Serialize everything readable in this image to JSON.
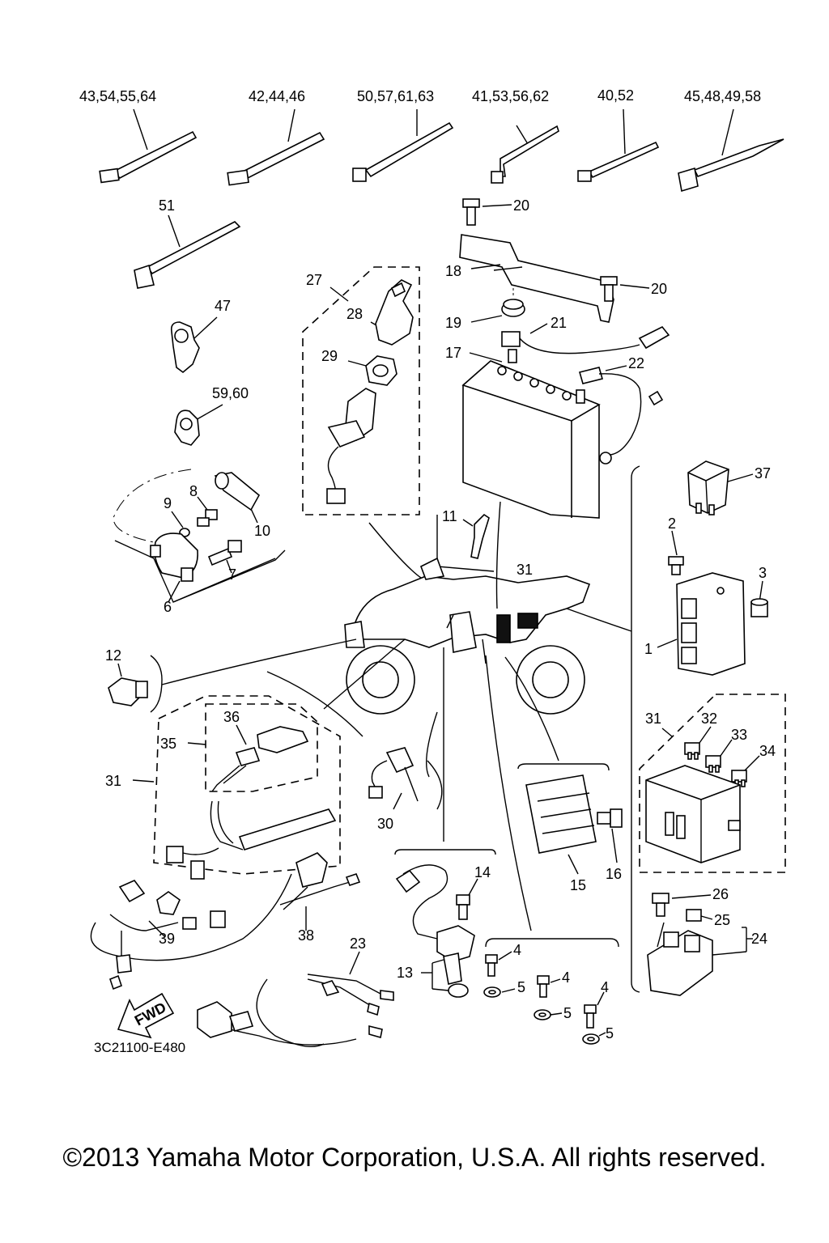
{
  "callouts": [
    {
      "id": "c-43-54-55-64",
      "text": "43,54,55,64"
    },
    {
      "id": "c-42-44-46",
      "text": "42,44,46"
    },
    {
      "id": "c-50-57-61-63",
      "text": "50,57,61,63"
    },
    {
      "id": "c-41-53-56-62",
      "text": "41,53,56,62"
    },
    {
      "id": "c-40-52",
      "text": "40,52"
    },
    {
      "id": "c-45-48-49-58",
      "text": "45,48,49,58"
    },
    {
      "id": "c-51",
      "text": "51"
    },
    {
      "id": "c-20a",
      "text": "20"
    },
    {
      "id": "c-20b",
      "text": "20"
    },
    {
      "id": "c-18",
      "text": "18"
    },
    {
      "id": "c-27",
      "text": "27"
    },
    {
      "id": "c-47",
      "text": "47"
    },
    {
      "id": "c-28",
      "text": "28"
    },
    {
      "id": "c-19",
      "text": "19"
    },
    {
      "id": "c-21",
      "text": "21"
    },
    {
      "id": "c-17",
      "text": "17"
    },
    {
      "id": "c-29",
      "text": "29"
    },
    {
      "id": "c-22",
      "text": "22"
    },
    {
      "id": "c-59-60",
      "text": "59,60"
    },
    {
      "id": "c-37",
      "text": "37"
    },
    {
      "id": "c-8",
      "text": "8"
    },
    {
      "id": "c-9",
      "text": "9"
    },
    {
      "id": "c-10",
      "text": "10"
    },
    {
      "id": "c-11",
      "text": "11"
    },
    {
      "id": "c-2",
      "text": "2"
    },
    {
      "id": "c-7",
      "text": "7"
    },
    {
      "id": "c-31a",
      "text": "31"
    },
    {
      "id": "c-3",
      "text": "3"
    },
    {
      "id": "c-6",
      "text": "6"
    },
    {
      "id": "c-1",
      "text": "1"
    },
    {
      "id": "c-12",
      "text": "12"
    },
    {
      "id": "c-36",
      "text": "36"
    },
    {
      "id": "c-31b",
      "text": "31"
    },
    {
      "id": "c-32",
      "text": "32"
    },
    {
      "id": "c-33",
      "text": "33"
    },
    {
      "id": "c-35",
      "text": "35"
    },
    {
      "id": "c-34",
      "text": "34"
    },
    {
      "id": "c-31c",
      "text": "31"
    },
    {
      "id": "c-30",
      "text": "30"
    },
    {
      "id": "c-16",
      "text": "16"
    },
    {
      "id": "c-15",
      "text": "15"
    },
    {
      "id": "c-14",
      "text": "14"
    },
    {
      "id": "c-26",
      "text": "26"
    },
    {
      "id": "c-25",
      "text": "25"
    },
    {
      "id": "c-24",
      "text": "24"
    },
    {
      "id": "c-38",
      "text": "38"
    },
    {
      "id": "c-39",
      "text": "39"
    },
    {
      "id": "c-23",
      "text": "23"
    },
    {
      "id": "c-4a",
      "text": "4"
    },
    {
      "id": "c-4b",
      "text": "4"
    },
    {
      "id": "c-4c",
      "text": "4"
    },
    {
      "id": "c-13",
      "text": "13"
    },
    {
      "id": "c-5a",
      "text": "5"
    },
    {
      "id": "c-5b",
      "text": "5"
    },
    {
      "id": "c-5c",
      "text": "5"
    }
  ],
  "fwd_label": "FWD",
  "diagram_code": "3C21100-E480",
  "copyright": "©2013 Yamaha Motor Corporation, U.S.A. All rights reserved."
}
